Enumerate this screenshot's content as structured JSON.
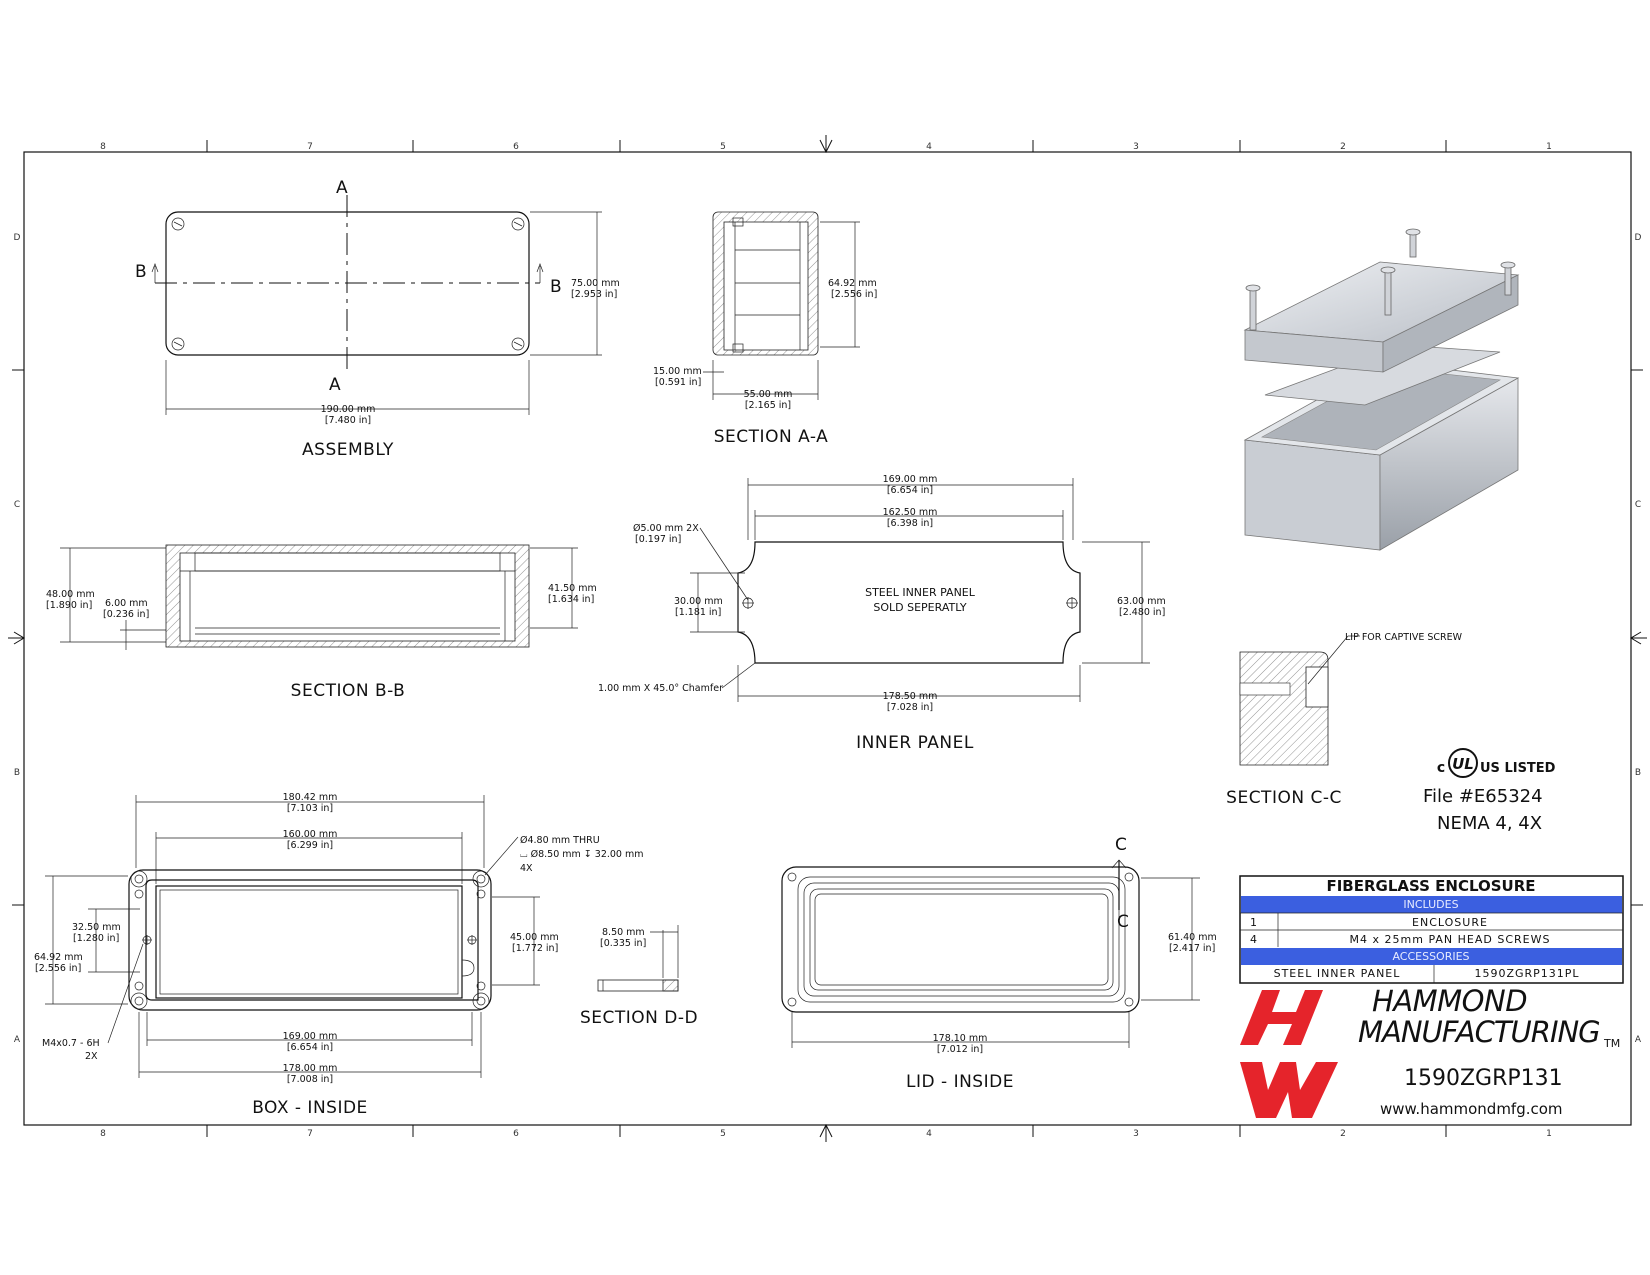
{
  "zones": {
    "columns": [
      "8",
      "7",
      "6",
      "5",
      "4",
      "3",
      "2",
      "1"
    ],
    "rows": [
      "D",
      "C",
      "B",
      "A"
    ]
  },
  "assembly": {
    "label": "ASSEMBLY",
    "section_a": "A",
    "section_b": "B",
    "width_mm": "190.00 mm",
    "width_in": "[7.480 in]",
    "height_mm": "75.00 mm",
    "height_in": "[2.953 in]"
  },
  "section_aa": {
    "label": "SECTION  A-A",
    "height_mm": "64.92 mm",
    "height_in": "[2.556 in]",
    "wall_mm": "15.00 mm",
    "wall_in": "[0.591 in]",
    "depth_mm": "55.00 mm",
    "depth_in": "[2.165 in]"
  },
  "section_bb": {
    "label": "SECTION  B-B",
    "overall_mm": "48.00 mm",
    "overall_in": "[1.890 in]",
    "base_mm": "6.00 mm",
    "base_in": "[0.236 in]",
    "inner_mm": "41.50 mm",
    "inner_in": "[1.634 in]"
  },
  "inner_panel": {
    "label": "INNER PANEL",
    "note_line1": "STEEL INNER PANEL",
    "note_line2": "SOLD SEPERATLY",
    "hole_mm": "Ø5.00 mm 2X",
    "hole_in": "[0.197 in]",
    "w1_mm": "169.00 mm",
    "w1_in": "[6.654 in]",
    "w2_mm": "162.50 mm",
    "w2_in": "[6.398 in]",
    "w3_mm": "178.50 mm",
    "w3_in": "[7.028 in]",
    "h_mm": "63.00 mm",
    "h_in": "[2.480 in]",
    "hole_spacing_mm": "30.00 mm",
    "hole_spacing_in": "[1.181 in]",
    "chamfer": "1.00 mm X 45.0° Chamfer"
  },
  "section_cc": {
    "label": "SECTION  C-C",
    "note": "LIP FOR CAPTIVE SCREW"
  },
  "certification": {
    "mark": "US LISTED",
    "file": "File #E65324",
    "nema": "NEMA 4, 4X"
  },
  "box_inside": {
    "label": "BOX - INSIDE",
    "w1_mm": "180.42 mm",
    "w1_in": "[7.103 in]",
    "w2_mm": "160.00 mm",
    "w2_in": "[6.299 in]",
    "w3_mm": "169.00 mm",
    "w3_in": "[6.654 in]",
    "w4_mm": "178.00 mm",
    "w4_in": "[7.008 in]",
    "h1_mm": "32.50 mm",
    "h1_in": "[1.280 in]",
    "h2_mm": "64.92 mm",
    "h2_in": "[2.556 in]",
    "h3_mm": "45.00 mm",
    "h3_in": "[1.772 in]",
    "hole_line1": "Ø4.80 mm THRU",
    "hole_line2": "⌴ Ø8.50 mm ↧ 32.00 mm",
    "hole_line3": "4X",
    "thread_line1": "M4x0.7 - 6H",
    "thread_line2": "2X"
  },
  "section_dd": {
    "label": "SECTION  D-D",
    "dim_mm": "8.50 mm",
    "dim_in": "[0.335 in]"
  },
  "lid_inside": {
    "label": "LID - INSIDE",
    "section_c": "C",
    "w_mm": "178.10 mm",
    "w_in": "[7.012 in]",
    "h_mm": "61.40 mm",
    "h_in": "[2.417 in]"
  },
  "title_block": {
    "title": "FIBERGLASS ENCLOSURE",
    "includes_header": "INCLUDES",
    "includes": [
      {
        "qty": "1",
        "item": "ENCLOSURE"
      },
      {
        "qty": "4",
        "item": "M4 x 25mm PAN HEAD SCREWS"
      }
    ],
    "accessories_header": "ACCESSORIES",
    "accessories": [
      {
        "item": "STEEL INNER PANEL",
        "part": "1590ZGRP131PL"
      }
    ],
    "header_color": "#3b5fe0"
  },
  "brand": {
    "line1": "HAMMOND",
    "line2": "MANUFACTURING",
    "tm": "TM",
    "part_number": "1590ZGRP131",
    "website": "www.hammondmfg.com",
    "logo_color": "#e5242b"
  }
}
